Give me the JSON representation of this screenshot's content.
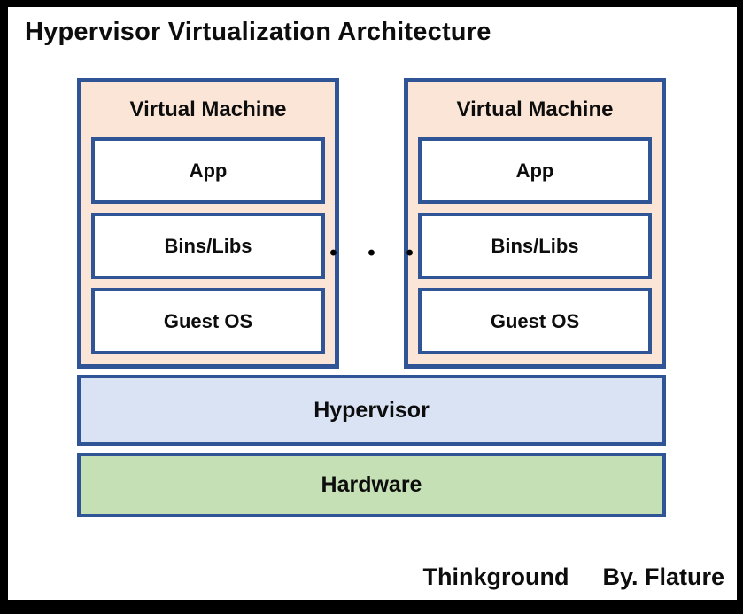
{
  "page": {
    "title": "Hypervisor Virtualization Architecture"
  },
  "colors": {
    "frame_black": "#000000",
    "border_blue": "#2f5597",
    "vm_fill_peach": "#fbe5d6",
    "layer_fill_white": "#ffffff",
    "hypervisor_fill_blue": "#dae3f3",
    "hardware_fill_green": "#c5e0b4",
    "text_black": "#0d0d0d"
  },
  "vms": [
    {
      "label": "Virtual Machine",
      "layers": [
        "App",
        "Bins/Libs",
        "Guest OS"
      ]
    },
    {
      "label": "Virtual Machine",
      "layers": [
        "App",
        "Bins/Libs",
        "Guest OS"
      ]
    }
  ],
  "ellipsis": "• • •",
  "stack": {
    "hypervisor": "Hypervisor",
    "hardware": "Hardware"
  },
  "footer": {
    "brand": "Thinkground",
    "byline": "By. Flature"
  }
}
